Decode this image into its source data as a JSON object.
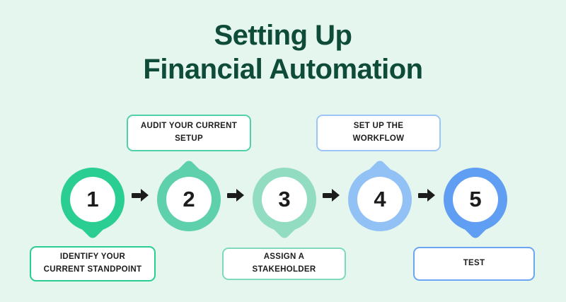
{
  "title": {
    "line1": "Setting Up",
    "line2": "Financial Automation"
  },
  "colors": {
    "background": "#e4f6ed",
    "title": "#0e4b39",
    "text": "#1c1c1c",
    "arrow": "#1c1c1c"
  },
  "icons": {
    "step_connector": "arrow-right-icon"
  },
  "steps": [
    {
      "number": "1",
      "label": "IDENTIFY YOUR CURRENT STANDPOINT",
      "label_position": "below",
      "circle_color": "#2bce92",
      "box_border_color": "#2bce92"
    },
    {
      "number": "2",
      "label": "AUDIT YOUR CURRENT SETUP",
      "label_position": "above",
      "circle_color": "#5ed0ab",
      "box_border_color": "#52d0a9"
    },
    {
      "number": "3",
      "label": "ASSIGN A STAKEHOLDER",
      "label_position": "below",
      "circle_color": "#92dcc2",
      "box_border_color": "#7fd9bd"
    },
    {
      "number": "4",
      "label": "SET UP THE WORKFLOW",
      "label_position": "above",
      "circle_color": "#92c1f6",
      "box_border_color": "#9cc6f7"
    },
    {
      "number": "5",
      "label": "TEST",
      "label_position": "below",
      "circle_color": "#5f9ef3",
      "box_border_color": "#6ba6f3"
    }
  ]
}
